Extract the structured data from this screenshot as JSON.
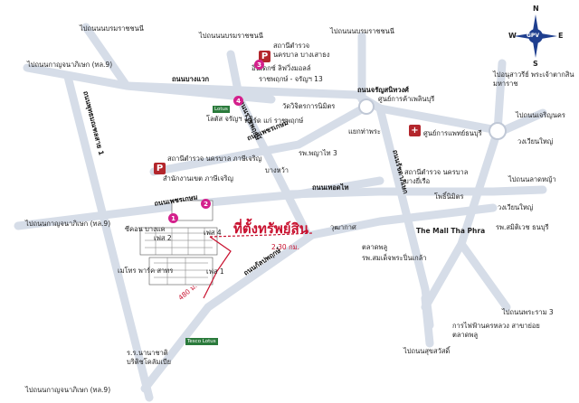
{
  "compass": {
    "north": "N",
    "south": "S",
    "east": "E",
    "west": "W",
    "brand": "GPV"
  },
  "roads": {
    "to_bang_sue_top": "ไปถนนนบรมราชชนนี",
    "to_borommaratchachonnani_mid": "ไปถนนนบรมราชชนนี",
    "to_borommaratchachonnani_right": "ไปถนนนบรมราชชนนี",
    "to_kanchanaphisek": "ไปถนนกาญจนาภิเษก (ทล.9)",
    "phutthamonthon": "ถนนพุทธมณฑลสาย 1",
    "bang_waek": "ถนนบางแวก",
    "charansanitwong": "ถนนจรัญสนิทวงศ์",
    "phetkasem_upper": "ถนนเพชรเกษม",
    "phetkasem_lower": "ถนนเพชรเกษม",
    "to_kanchanaphisek_left": "ไปถนนกาญจนาภิเษก (ทล.9)",
    "thoet_thai": "ถนนเทอดไท",
    "ratchaphruek": "ถนนราชพฤกษ์",
    "kanlapaphruek": "ถนนกัลปพฤกษ์",
    "ratchadaphisek": "ถนนรัชดาภิเษก",
    "to_charoen_krung": "ไปถนนเจริญนคร",
    "to_wongwian_yai": "ไปถนนลาดหญ้า",
    "to_rama3": "ไปถนนพระราม 3",
    "to_suksawat": "ไปถนนสุขสวัสดิ์",
    "to_kanchanaphisek_bottom": "ไปถนนกาญจนาภิเษก (ทล.9)",
    "to_taksin_monument": "ไปอนุสาวรีย์ พระเจ้าตากสินมหาราช",
    "taksin_circle": "วงเวียนใหญ่",
    "bang_khae_junction": "แยกท่าพระ"
  },
  "places": {
    "police_bang_sao_thong": "สถานีตำรวจ นครบาล บางเสาธง",
    "index_living_mall": "อินเดกซ์ ลิฟวิ่งมอลล์",
    "ratchaphruek_13": "ราชพฤกษ์ - จรัญฯ 13",
    "lotus_charan13": "โลตัส จรัญฯ 13",
    "wat_ratchaphrueksa": "วัดวิจิตรการนิมิตร",
    "ford": "ฟอร์ด แก่ ราชพฤกษ์",
    "central_charan": "ศูนย์การค้าเพลินบุรี",
    "hospital_thonburi": "ศูนย์การแพทย์ธนบุรี",
    "police_phasi_charoen": "สถานีตำรวจ นครบาล ภาษีเจริญ",
    "district_office": "สำนักงานเขต ภาษีเจริญ",
    "bang_wa": "บางหว้า",
    "hospital_phyathai3": "รพ.พญาไท 3",
    "police_bang_yi_ruea": "สถานีตำรวจ นครบาล บางยี่เรือ",
    "pho_nimit": "โพธิ์นิมิตร",
    "wutthakat": "วุฒากาศ",
    "the_mall": "The Mall Tha Phra",
    "talat_phlu": "ตลาดพลู",
    "hospital_taksin": "รพ.สมเด็จพระปิ่นเกล้า",
    "wongwian_yai": "วงเวียนใหญ่",
    "hospital_somdet": "รพ.สมิติเวช ธนบุรี",
    "seacon_bangkae": "ซีคอน บางแค",
    "metro_lot2": "เฟส 2",
    "metro_lot4": "เฟส 4",
    "metro_lot1": "เฟส 1",
    "metro_name": "เมโทร พาร์ค สาทร",
    "property_location": "ที่ตั้งทรัพย์สิน",
    "dist_230": "2.30 กม.",
    "dist_480": "480 ม.",
    "tesco_lotus": "Tesco Lotus",
    "school": "ร.ร.นานาชาติ บริติชโคลัมเบีย",
    "electric_auth": "การไฟฟ้านครหลวง สาขาย่อยตลาดพลู"
  },
  "markers": {
    "p1": "P",
    "p2": "P",
    "h1": "+",
    "pin3": "3",
    "pin4": "4",
    "pin1": "1",
    "pin2": "2"
  },
  "colors": {
    "road": "#d6dde8",
    "road_edge": "#c0c8d6",
    "route": "#c8102e",
    "accent": "#b3262c",
    "label": "#222222",
    "brand": "#1f3f8f"
  }
}
